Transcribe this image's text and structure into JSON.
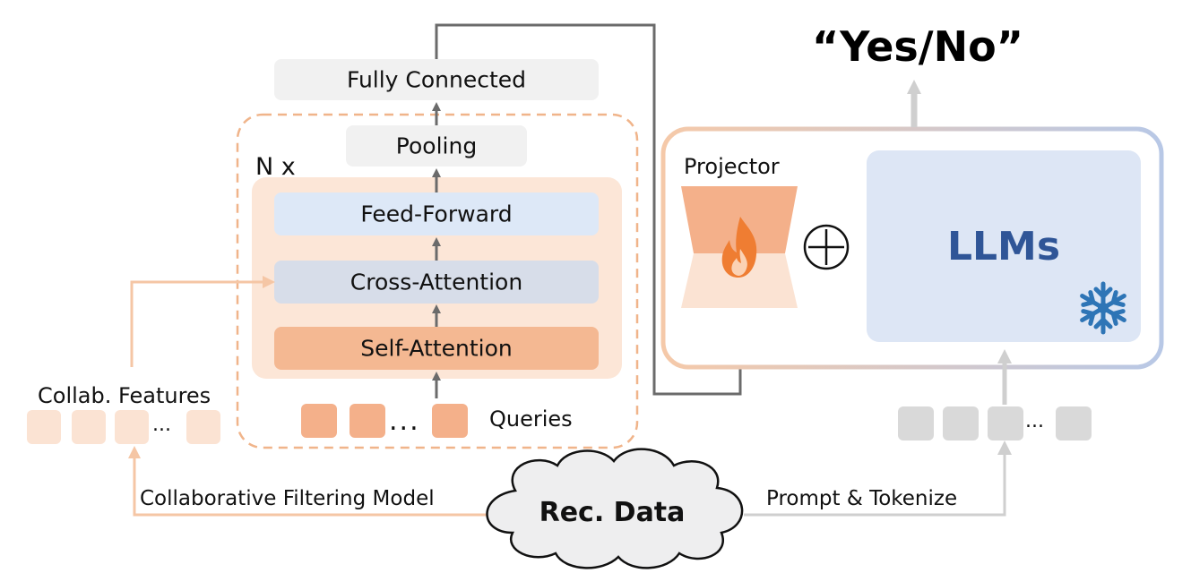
{
  "output_label": "“Yes/No”",
  "blocks": {
    "fully_connected": "Fully Connected",
    "pooling": "Pooling",
    "n_x": "N x",
    "feed_forward": "Feed-Forward",
    "cross_attention": "Cross-Attention",
    "self_attention": "Self-Attention",
    "queries": "Queries",
    "collab_features": "Collab. Features",
    "projector": "Projector",
    "llms": "LLMs",
    "rec_data": "Rec. Data",
    "collab_filter_model": "Collaborative Filtering Model",
    "prompt_tokenize": "Prompt & Tokenize",
    "ellipsis": "..."
  },
  "icons": {
    "trainable": "flame-icon",
    "frozen": "snowflake-icon",
    "combine": "circled-plus-icon"
  },
  "colors": {
    "orange_dark": "#f0a876",
    "orange_light": "#fbe3d3",
    "blue_box": "#dde6f5",
    "llm_text": "#2f5597",
    "gray_token": "#d9d9d9",
    "arrow_gray": "#6b6b6b"
  }
}
